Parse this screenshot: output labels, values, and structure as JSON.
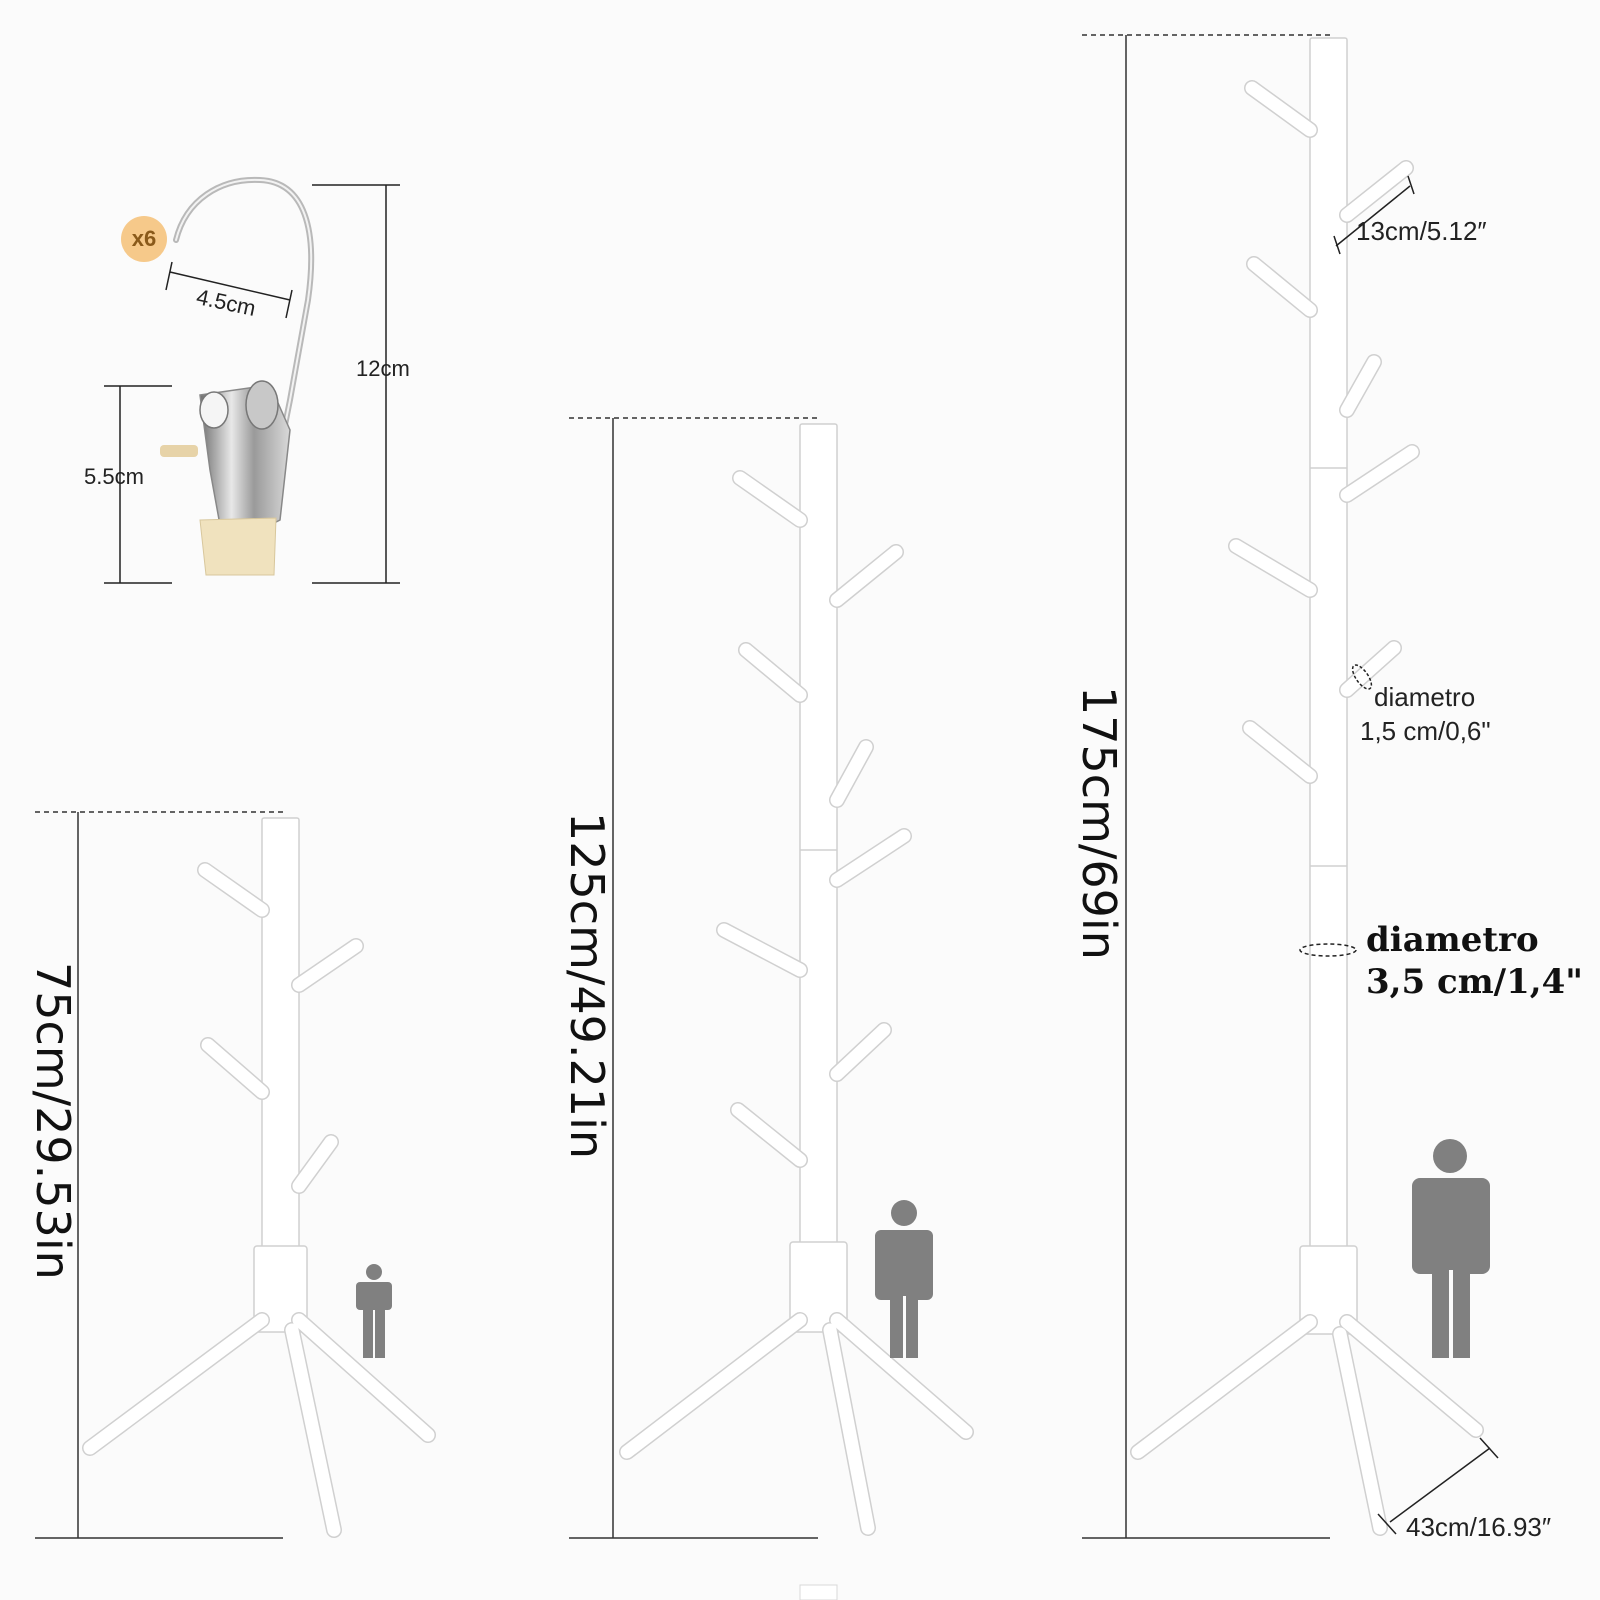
{
  "clip": {
    "quantity": "x6",
    "hook_width": "4.5cm",
    "total_height": "12cm",
    "clip_height": "5.5cm"
  },
  "racks": [
    {
      "height_label": "75cm/29.53in"
    },
    {
      "height_label": "125cm/49.21in"
    },
    {
      "height_label": "175cm/69in"
    }
  ],
  "specs": {
    "branch_length": "13cm/5.12″",
    "branch_diameter_line1": "diametro",
    "branch_diameter_line2": "1,5 cm/0,6\"",
    "pole_diameter_line1": "diametro",
    "pole_diameter_line2": "3,5 cm/1,4\"",
    "base_width": "43cm/16.93″"
  },
  "colors": {
    "rack": "#ffffff",
    "rack_edge": "#d4d4d4",
    "person": "#808080",
    "badge": "#f6c98a"
  }
}
